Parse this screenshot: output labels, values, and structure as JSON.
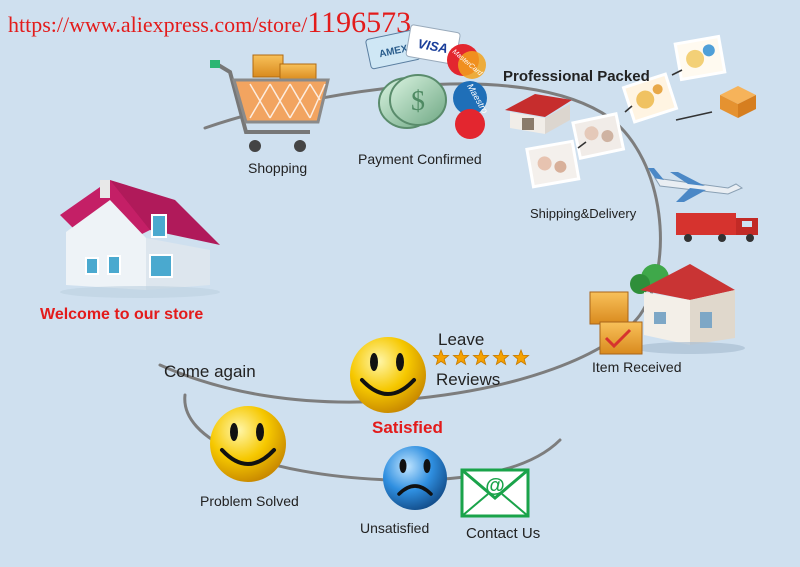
{
  "header": {
    "url_prefix": "https://www.aliexpress.com/store/",
    "store_id": "1196573"
  },
  "steps": {
    "shopping": "Shopping",
    "payment_confirmed": "Payment Confirmed",
    "professional_packed": "Professional Packed",
    "shipping_delivery": "Shipping&Delivery",
    "item_received": "Item Received",
    "leave": "Leave",
    "reviews": "Reviews",
    "satisfied": "Satisfied",
    "come_again": "Come again",
    "welcome": "Welcome to our store",
    "problem_solved": "Problem Solved",
    "unsatisfied": "Unsatisfied",
    "contact_us": "Contact Us"
  },
  "cards": {
    "amex": "AMEX",
    "visa": "VISA",
    "mastercard": "MasterCard",
    "maestro": "Maestro",
    "dollar_sign": "$"
  },
  "icons": {
    "cart": "shopping-cart-icon",
    "coins": "coins-icon",
    "warehouse": "warehouse-icon",
    "airplane": "airplane-icon",
    "truck": "truck-icon",
    "house": "house-icon",
    "mail": "envelope-icon"
  },
  "review_stars": 5,
  "colors": {
    "background": "#cfe0ef",
    "accent_red": "#e31b1b",
    "path_gray": "#7d7d7d",
    "smiley_yellow": "#f6c800",
    "sad_blue": "#2f8fe0",
    "mail_green": "#1aa34a",
    "roof_magenta": "#b01a5a"
  }
}
